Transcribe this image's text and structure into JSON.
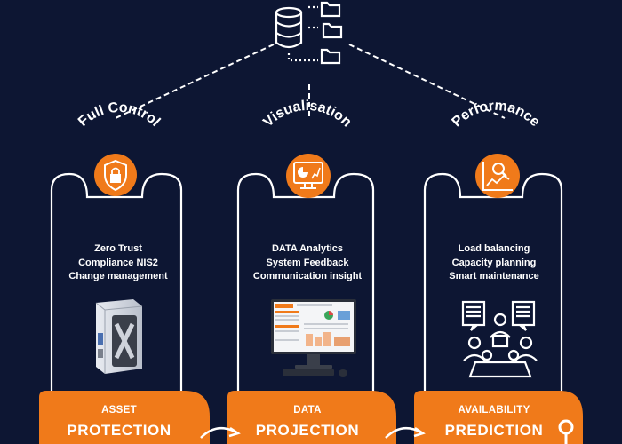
{
  "colors": {
    "background": "#0d1633",
    "accent": "#f07a1a",
    "line": "#ffffff"
  },
  "top_icon": {
    "name": "database-files-icon"
  },
  "columns": [
    {
      "title": "Full Control",
      "icon": "shield-lock-icon",
      "features": [
        "Zero Trust",
        "Compliance NIS2",
        "Change management"
      ],
      "image": "server-box-icon",
      "banner_small": "ASSET",
      "banner_big": "PROTECTION"
    },
    {
      "title": "Visualisation",
      "icon": "analytics-monitor-icon",
      "features": [
        "DATA Analytics",
        "System Feedback",
        "Communication insight"
      ],
      "image": "dashboard-monitor-icon",
      "banner_small": "DATA",
      "banner_big": "PROJECTION"
    },
    {
      "title": "Performance",
      "icon": "magnifier-chart-icon",
      "features": [
        "Load balancing",
        "Capacity planning",
        "Smart maintenance"
      ],
      "image": "team-meeting-icon",
      "banner_small": "AVAILABILITY",
      "banner_big": "PREDICTION"
    }
  ]
}
